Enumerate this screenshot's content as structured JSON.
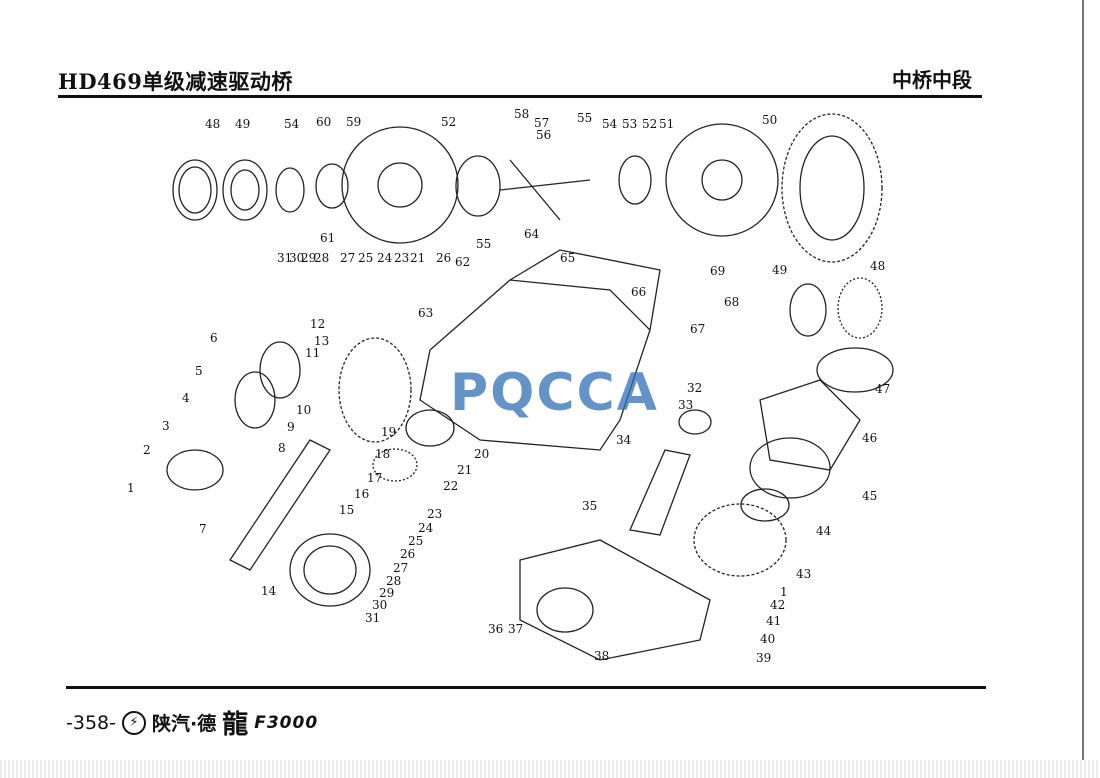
{
  "header": {
    "title": "HD469单级减速驱动桥",
    "section": "中桥中段"
  },
  "footer": {
    "page_number": "-358-",
    "logo_mark": "⚡",
    "brand": "陕汽·德",
    "brand_glyph": "龍",
    "model": "F3000"
  },
  "watermark": "PQCCA",
  "diagram": {
    "labels": [
      "48",
      "49",
      "54",
      "60",
      "59",
      "52",
      "58",
      "57",
      "56",
      "55",
      "54",
      "53",
      "52",
      "51",
      "50",
      "61",
      "31",
      "30",
      "29",
      "28",
      "27",
      "25",
      "24",
      "23",
      "21",
      "26",
      "62",
      "64",
      "65",
      "69",
      "66",
      "68",
      "67",
      "49",
      "48",
      "63",
      "12",
      "13",
      "6",
      "11",
      "5",
      "4",
      "10",
      "9",
      "3",
      "8",
      "19",
      "18",
      "20",
      "2",
      "17",
      "16",
      "15",
      "1",
      "7",
      "14",
      "21",
      "22",
      "23",
      "24",
      "25",
      "26",
      "27",
      "28",
      "29",
      "30",
      "31",
      "36",
      "37",
      "38",
      "55",
      "32",
      "33",
      "34",
      "35",
      "47",
      "46",
      "45",
      "44",
      "43",
      "1",
      "42",
      "41",
      "40",
      "39"
    ]
  }
}
